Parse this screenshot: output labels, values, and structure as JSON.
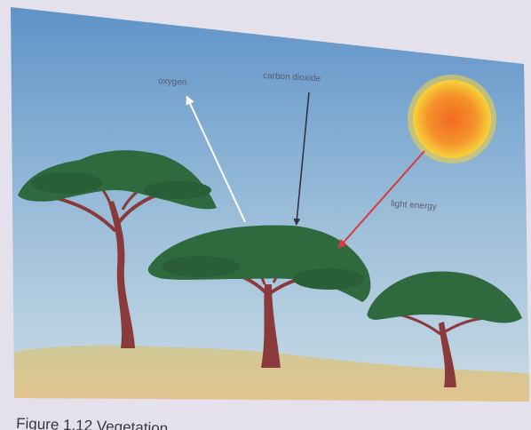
{
  "diagram": {
    "labels": {
      "oxygen": "oxygen",
      "carbon_dioxide": "carbon dioxide",
      "light_energy": "light energy"
    }
  },
  "caption": {
    "text": "Figure 1.12 Vegetation"
  },
  "colors": {
    "sky_top": "#5f93c8",
    "sky_bottom": "#c9dbe8",
    "ground": "#d8cc98",
    "sun_core": "#f07a28",
    "sun_rim": "#f7d33a",
    "canopy": "#2f6a3e",
    "trunk": "#8a3a3a",
    "oxygen_arrow": "#ffffff",
    "co2_arrow": "#333344",
    "light_arrow": "#d93a3a"
  }
}
